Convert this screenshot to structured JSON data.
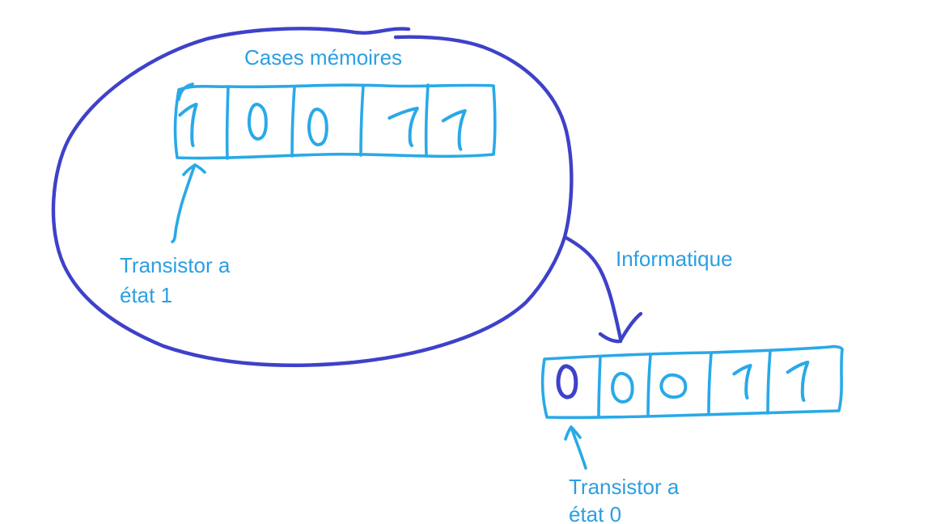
{
  "colors": {
    "pen_light_blue": "#29a9e8",
    "pen_dark_blue": "#3e41c9",
    "label_blue": "#2b9fe2",
    "background": "#ffffff"
  },
  "labels": {
    "memory_title": "Cases mémoires",
    "informatique": "Informatique",
    "state1_line1": "Transistor a",
    "state1_line2": "état 1",
    "state0_line1": "Transistor a",
    "state0_line2": "état 0"
  },
  "memory_rows": [
    {
      "name": "cases-memoires",
      "bits": [
        "1",
        "0",
        "0",
        "1",
        "1"
      ]
    },
    {
      "name": "copie-informatique",
      "bits": [
        "0",
        "0",
        "0",
        "1",
        "1"
      ]
    }
  ]
}
